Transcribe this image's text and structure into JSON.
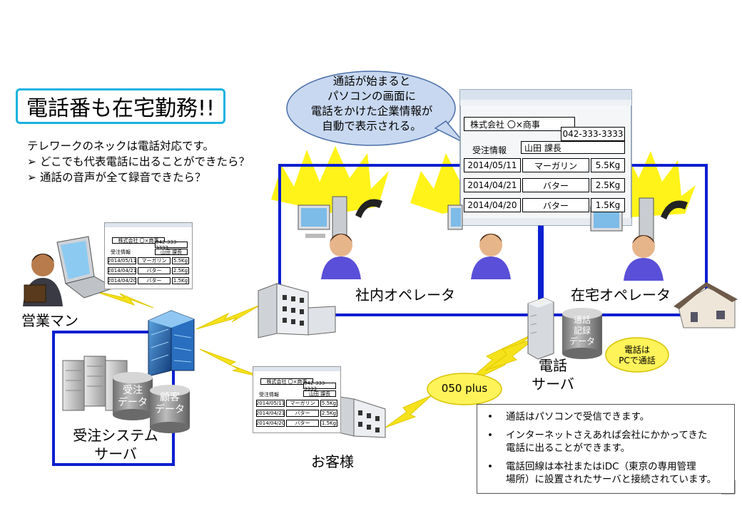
{
  "title": "電話番も在宅勤務!!",
  "intro": {
    "line1": "テレワークのネックは電話対応です。",
    "bullet1": "どこでも代表電話に出ることができたら？",
    "bullet2": "通話の音声が全て録音できたら？"
  },
  "bubble": {
    "line1": "通話が始まると",
    "line2": "パソコンの画面に",
    "line3": "電話をかけた企業情報が",
    "line4": "自動で表示される。"
  },
  "popup": {
    "company": "株式会社 〇×商事",
    "phone": "042-333-3333",
    "order_label": "受注情報",
    "contact": "山田 課長",
    "rows": [
      {
        "date": "2014/05/11",
        "item": "マーガリン",
        "qty": "5.5Kg"
      },
      {
        "date": "2014/04/21",
        "item": "バター",
        "qty": "2.5Kg"
      },
      {
        "date": "2014/04/20",
        "item": "バター",
        "qty": "1.5Kg"
      }
    ]
  },
  "labels": {
    "office_operator": "社内オペレータ",
    "home_operator": "在宅オペレータ",
    "sales": "営業マン",
    "order_system_line1": "受注システム",
    "order_system_line2": "サーバ",
    "order_data_line1": "受注",
    "order_data_line2": "データ",
    "customer_data_line1": "顧客",
    "customer_data_line2": "データ",
    "customer": "お客様",
    "phone_server_line1": "電話",
    "phone_server_line2": "サーバ",
    "call_data_line1": "通話",
    "call_data_line2": "記録",
    "call_data_line3": "データ",
    "pc_call_line1": "電話は",
    "pc_call_line2": "PCで通話",
    "plus050": "050 plus"
  },
  "note": {
    "item1": "通話はパソコンで受信できます。",
    "item2_line1": "インターネットさえあれば会社にかかってきた",
    "item2_line2": "電話に出ることができます。",
    "item3_line1": "電話回線は本社またはiDC（東京の専用管理",
    "item3_line2": "場所）に設置されたサーバと接続されています。"
  },
  "colors": {
    "frame_blue": "#0a1fd0",
    "title_border": "#1ab2e0",
    "lightning": "#f5e21a",
    "burst": "#fff200",
    "bubble_fill": "#c8d8f0",
    "pc_call_fill": "#fff35a"
  }
}
